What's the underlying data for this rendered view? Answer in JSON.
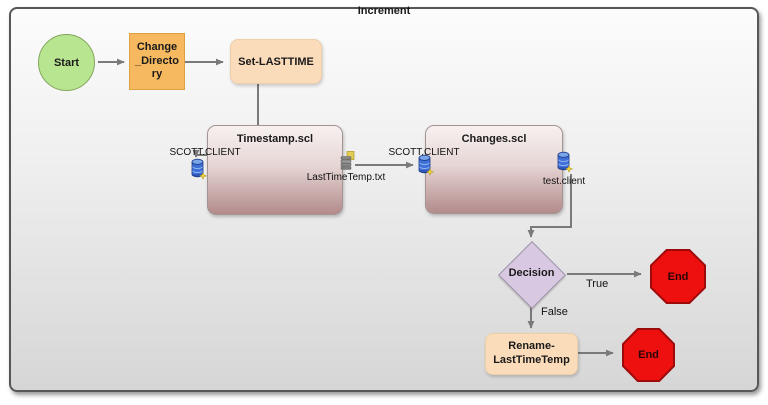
{
  "diagram": {
    "title": "Increment",
    "colors": {
      "start_fill": "#b7e590",
      "start_border": "#84a55e",
      "process_orange_fill": "#f6b960",
      "process_peach_fill": "#fbdcba",
      "scl_gradient_top": "#f7f1f0",
      "scl_gradient_bottom": "#b38b8b",
      "decision_fill": "#d9c8e1",
      "end_fill": "#ee0f0f",
      "end_border": "#9e0a0a",
      "connector": "#7a7a7a"
    },
    "nodes": {
      "start": {
        "label": "Start"
      },
      "change_directory": {
        "lines": [
          "Change",
          "_Directo",
          "ry"
        ]
      },
      "set_lasttime": {
        "label": "Set-LASTTIME"
      },
      "timestamp": {
        "label": "Timestamp.scl"
      },
      "changes": {
        "label": "Changes.scl"
      },
      "decision": {
        "label": "Decision"
      },
      "end_true": {
        "label": "End"
      },
      "rename_lasttimetemp": {
        "lines": [
          "Rename-",
          "LastTimeTemp"
        ]
      },
      "end_false": {
        "label": "End"
      }
    },
    "ports": {
      "timestamp_input": {
        "label": "SCOTT.CLIENT",
        "icon": "database"
      },
      "timestamp_output": {
        "label": "LastTimeTemp.txt",
        "icon": "file-stack"
      },
      "changes_input": {
        "label": "SCOTT.CLIENT",
        "icon": "database"
      },
      "changes_output": {
        "label": "test.client",
        "icon": "database"
      }
    },
    "edge_labels": {
      "true": "True",
      "false": "False"
    }
  }
}
